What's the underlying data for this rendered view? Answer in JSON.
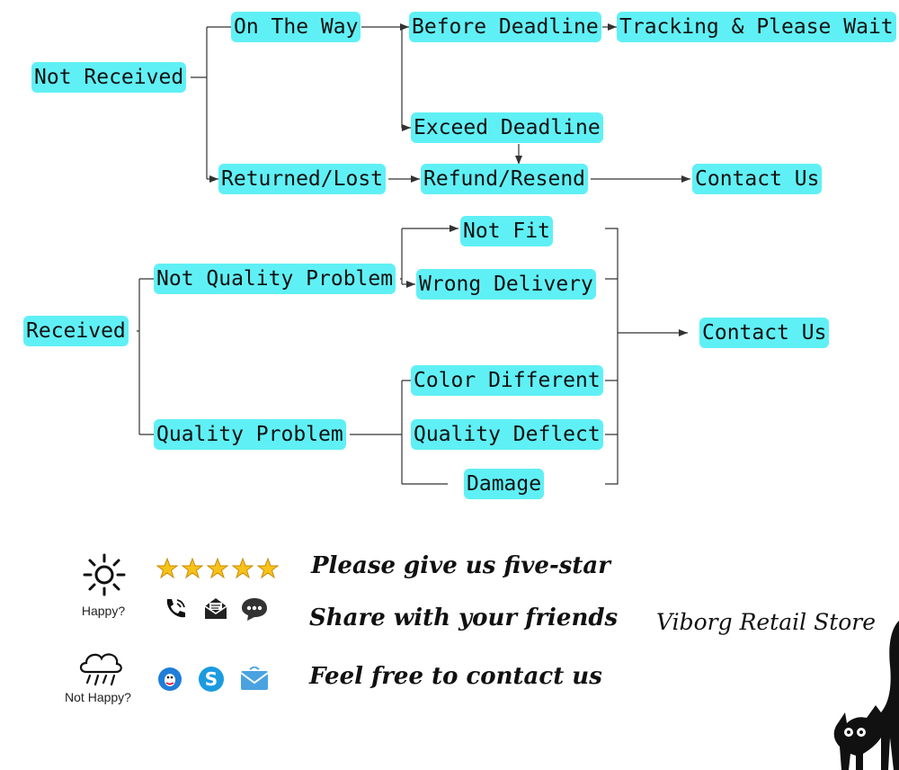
{
  "flowchart": {
    "not_received": "Not Received",
    "on_the_way": "On The Way",
    "before_deadline": "Before Deadline",
    "tracking_wait": "Tracking & Please Wait",
    "exceed_deadline": "Exceed Deadline",
    "returned_lost": "Returned/Lost",
    "refund_resend": "Refund/Resend",
    "contact_us_top": "Contact Us",
    "received": "Received",
    "not_quality_problem": "Not Quality Problem",
    "not_fit": "Not Fit",
    "wrong_delivery": "Wrong Delivery",
    "contact_us_bottom": "Contact Us",
    "quality_problem": "Quality Problem",
    "color_different": "Color Different",
    "quality_deflect": "Quality Deflect",
    "damage": "Damage"
  },
  "feedback": {
    "happy_label": "Happy?",
    "not_happy_label": "Not Happy?",
    "line1": "Please give us five-star",
    "line2": "Share with your friends",
    "line3": "Feel free to contact us",
    "store_name": "Viborg Retail Store",
    "star_count": 5
  },
  "colors": {
    "node_fill": "#5ff0f5",
    "line": "#333333",
    "star": "#f7c21a",
    "qq_blue": "#1e7ed8",
    "skype_blue": "#1c9be0",
    "mail_blue": "#4aa3e0"
  }
}
